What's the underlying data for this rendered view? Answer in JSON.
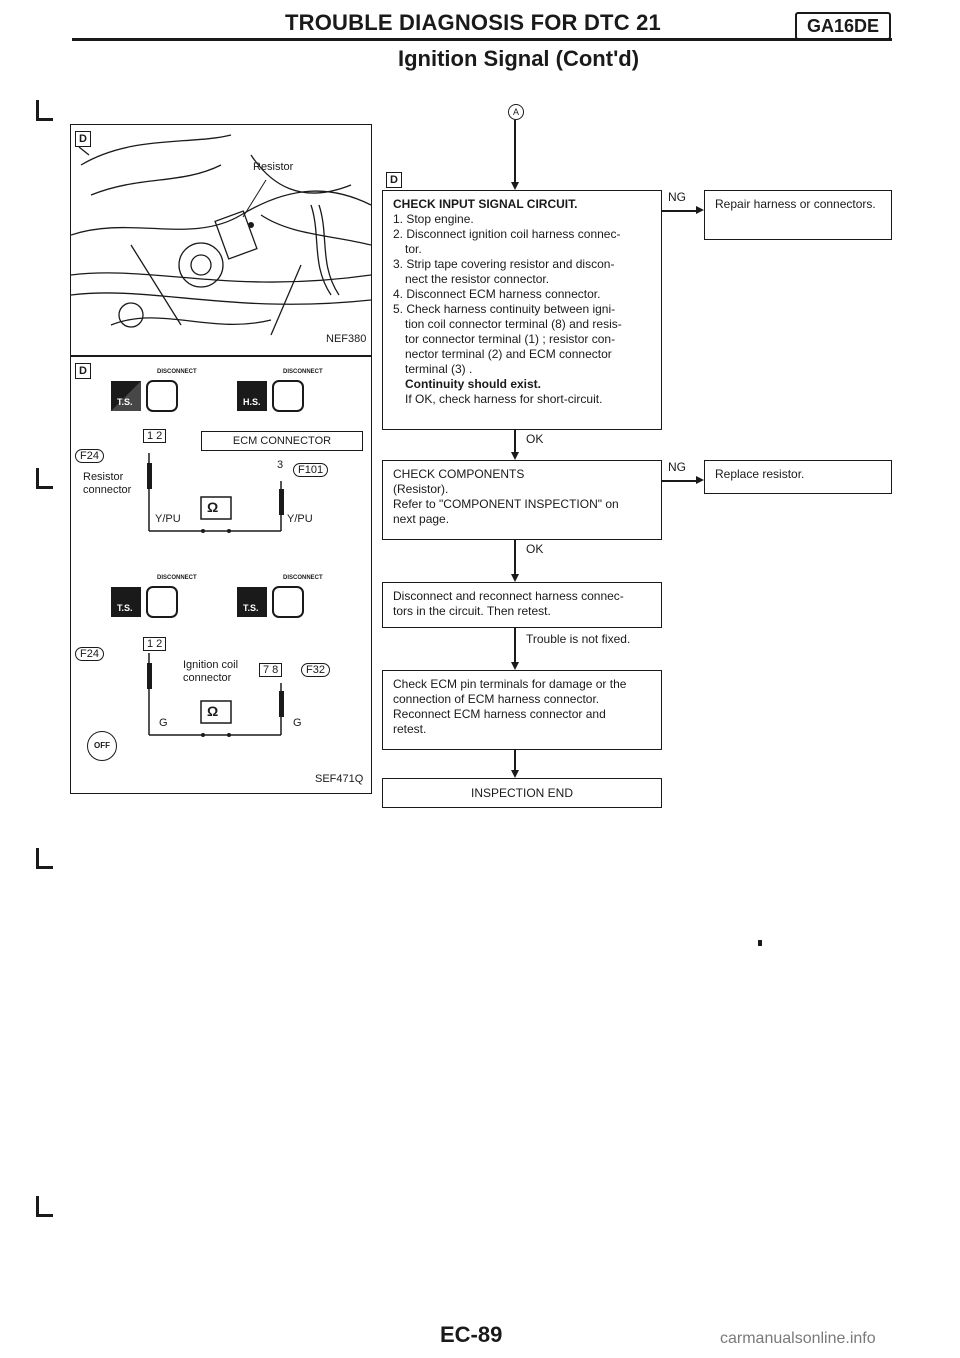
{
  "header": {
    "title": "TROUBLE DIAGNOSIS FOR DTC 21",
    "badge": "GA16DE",
    "subtitle": "Ignition Signal (Cont'd)"
  },
  "left": {
    "photo": {
      "label_resistor": "Resistor",
      "code": "NEF380"
    },
    "circuit1": {
      "disconnect": "DISCONNECT",
      "ts": "T.S.",
      "hs": "H.S.",
      "ecm_connector": "ECM CONNECTOR",
      "f24": "F24",
      "f101": "F101",
      "pin3": "3",
      "pins": "1 2",
      "resistor_connector": "Resistor connector",
      "wire_left": "Y/PU",
      "wire_right": "Y/PU",
      "ohm": "Ω"
    },
    "circuit2": {
      "f24": "F24",
      "f32": "F32",
      "pins": "1 2",
      "pins2": "7 8",
      "ignition_coil": "Ignition coil connector",
      "wire_left": "G",
      "wire_right": "G",
      "ohm": "Ω",
      "off": "OFF",
      "code": "SEF471Q"
    }
  },
  "flow": {
    "marker_a": "A",
    "box1": {
      "title": "CHECK INPUT SIGNAL CIRCUIT.",
      "lines": [
        "1. Stop engine.",
        "2. Disconnect ignition coil harness connec-",
        "tor.",
        "3. Strip tape covering resistor and discon-",
        "nect the resistor connector.",
        "4. Disconnect ECM harness connector.",
        "5. Check harness continuity between igni-",
        "tion coil connector terminal (8) and resis-",
        "tor connector terminal (1) ; resistor con-",
        "nector terminal (2) and ECM connector",
        "terminal (3) ."
      ],
      "bold_line": "Continuity should exist.",
      "last_line": "If OK, check harness for short-circuit."
    },
    "ng1": "NG",
    "repair": "Repair harness or connectors.",
    "ok1": "OK",
    "box2": {
      "lines": [
        "CHECK COMPONENTS",
        "(Resistor).",
        "Refer to \"COMPONENT INSPECTION\" on",
        "next page."
      ]
    },
    "ng2": "NG",
    "replace": "Replace resistor.",
    "ok2": "OK",
    "box3": {
      "lines": [
        "Disconnect and reconnect harness connec-",
        "tors in the circuit. Then retest."
      ]
    },
    "not_fixed": "Trouble is not fixed.",
    "box4": {
      "lines": [
        "Check ECM pin terminals for damage or the",
        "connection of ECM harness connector.",
        "Reconnect ECM harness connector and",
        "retest."
      ]
    },
    "end": "INSPECTION END"
  },
  "footer": {
    "page": "EC-89",
    "watermark": "carmanualsonline.info"
  }
}
